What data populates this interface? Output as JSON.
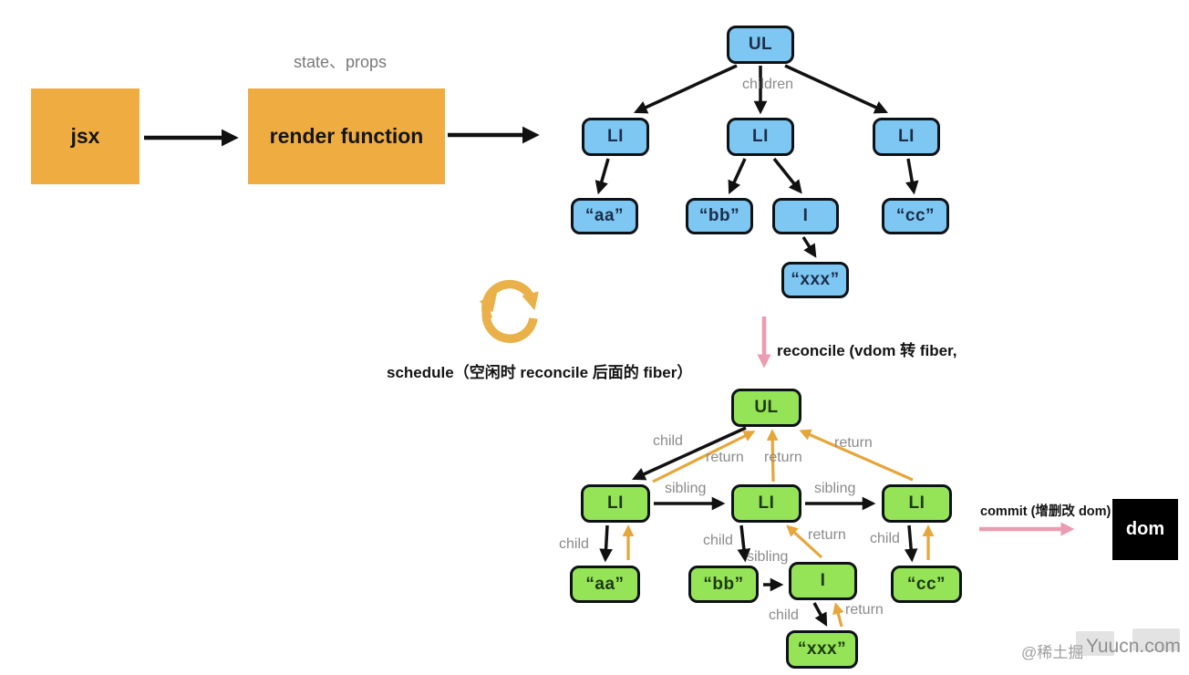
{
  "pipeline": {
    "jsx_label": "jsx",
    "render_function_label": "render function",
    "state_props_label": "state、props"
  },
  "vdom_tree": {
    "children_label": "children",
    "nodes": {
      "ul": "UL",
      "li1": "LI",
      "li2": "LI",
      "li3": "LI",
      "aa": "“aa”",
      "bb": "“bb”",
      "i": "I",
      "cc": "“cc”",
      "xxx": "“xxx”"
    }
  },
  "schedule": {
    "label": "schedule（空闲时 reconcile 后面的 fiber）",
    "icon": "refresh-cycle-icon"
  },
  "reconcile": {
    "label": "reconcile (vdom 转 fiber,"
  },
  "fiber_tree": {
    "nodes": {
      "ul": "UL",
      "li1": "LI",
      "li2": "LI",
      "li3": "LI",
      "aa": "“aa”",
      "bb": "“bb”",
      "i": "I",
      "cc": "“cc”",
      "xxx": "“xxx”"
    },
    "edge_labels": {
      "child_ul_li1": "child",
      "return_li1_ul": "return",
      "return_li2_ul": "return",
      "return_li3_ul": "return",
      "sibling_li1_li2": "sibling",
      "sibling_li2_li3": "sibling",
      "child_li1_aa": "child",
      "child_li2_bb": "child",
      "sibling_bb_i": "sibling",
      "return_i_li2": "return",
      "child_li3_cc": "child",
      "child_i_xxx": "child",
      "return_xxx_i": "return"
    }
  },
  "commit": {
    "label": "commit (增删改 dom)",
    "dom_box_label": "dom"
  },
  "watermark": {
    "prefix": "@稀土掘",
    "site": "Yuucn.com"
  },
  "colors": {
    "box_orange": "#EFAD41",
    "node_blue": "#7DC7F2",
    "node_green": "#95E356",
    "arrow_black": "#111111",
    "arrow_orange": "#E7A63B",
    "arrow_pink": "#EC9CB2",
    "refresh_orange": "#EAB049",
    "label_gray": "#8B8B8B",
    "dom_black": "#000000"
  }
}
